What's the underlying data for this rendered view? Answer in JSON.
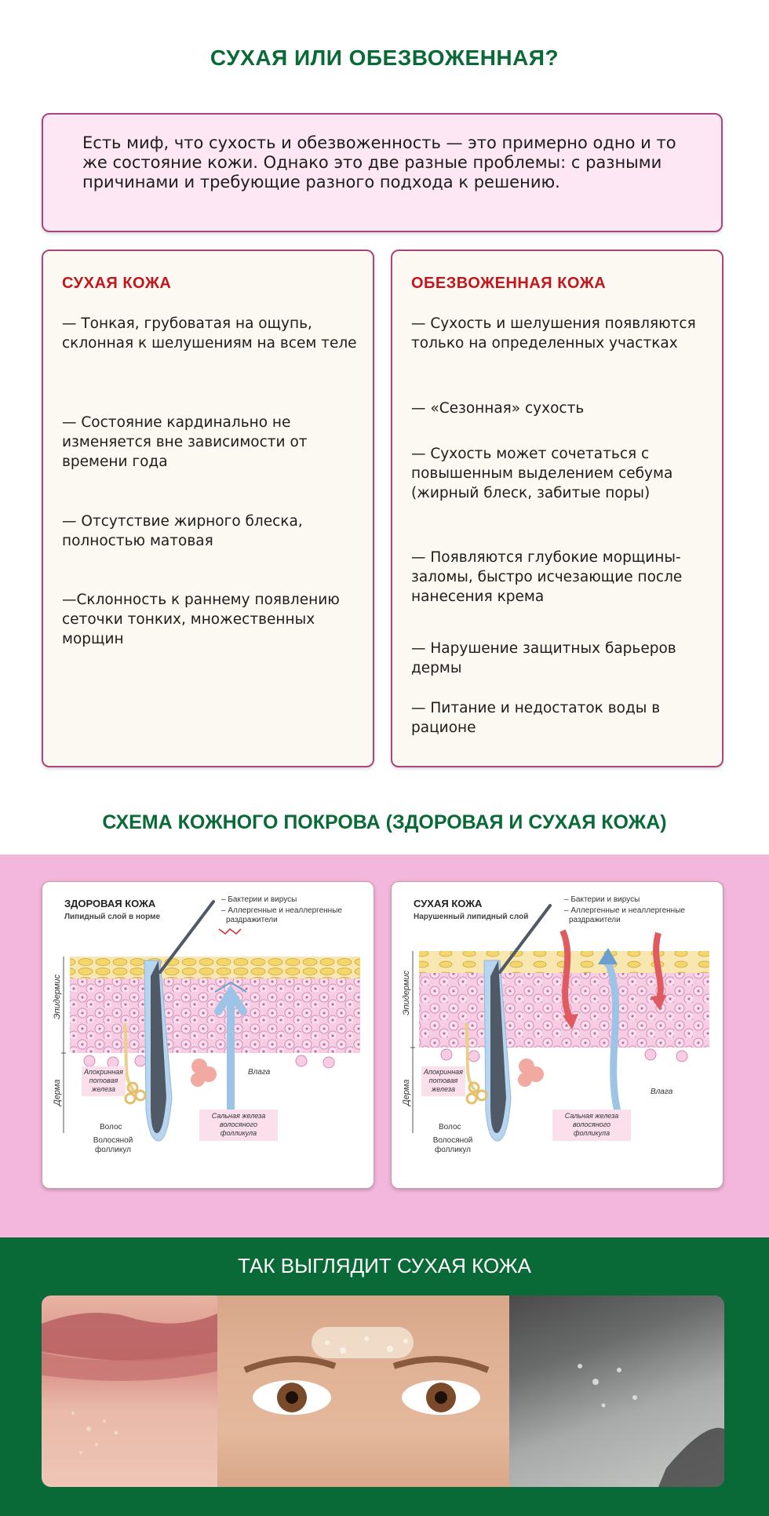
{
  "title": "СУХАЯ ИЛИ ОБЕЗВОЖЕННАЯ?",
  "intro": "Есть миф, что сухость и обезвоженность — это примерно одно и то же состояние кожи. Однако это две разные проблемы: с разными причинами и требующие разного подхода к решению.",
  "dry": {
    "heading": "СУХАЯ КОЖА",
    "items": [
      "— Тонкая, грубоватая на ощупь, склонная к шелушениям на всем теле",
      "— Состояние кардинально не изменяется вне зависимости от времени года",
      "— Отсутствие жирного блеска, полностью матовая",
      "—Склонность к раннему появлению сеточки тонких, множественных морщин"
    ]
  },
  "dehydrated": {
    "heading": "ОБЕЗВОЖЕННАЯ КОЖА",
    "items": [
      "— Сухость и шелушения появляются только на определенных участках",
      "— «Сезонная» сухость",
      "— Сухость может сочетаться с повышенным выделением себума (жирный блеск, забитые поры)",
      "— Появляются глубокие морщины-заломы, быстро исчезающие после нанесения крема",
      "— Нарушение защитных барьеров дермы",
      "— Питание и недостаток воды в рационе"
    ]
  },
  "scheme_title": "СХЕМА КОЖНОГО ПОКРОВА (ЗДОРОВАЯ И СУХАЯ КОЖА)",
  "diagram_healthy": {
    "title": "ЗДОРОВАЯ КОЖА",
    "subtitle": "Липидный слой в норме",
    "note1": "– Бактерии и вирусы",
    "note2": "– Аллергенные и неаллергенные",
    "note3": "раздражители",
    "epidermis": "Эпидермис",
    "dermis": "Дерма",
    "gland": [
      "Апокринная",
      "потовая",
      "железа"
    ],
    "moisture": "Влага",
    "hair": "Волос",
    "follicle": [
      "Волосяной",
      "фолликул"
    ],
    "sebaceous": [
      "Сальная железа",
      "волосяного",
      "фолликула"
    ]
  },
  "diagram_dry": {
    "title": "СУХАЯ КОЖА",
    "subtitle": "Нарушенный липидный слой",
    "note1": "– Бактерии и вирусы",
    "note2": "– Аллергенные и неаллергенные",
    "note3": "раздражители",
    "epidermis": "Эпидермис",
    "dermis": "Дерма",
    "gland": [
      "Апокринная",
      "потовая",
      "железа"
    ],
    "moisture": "Влага",
    "hair": "Волос",
    "follicle": [
      "Волосяной",
      "фолликул"
    ],
    "sebaceous": [
      "Сальная железа",
      "волосяного",
      "фолликула"
    ]
  },
  "photos_title": "ТАК ВЫГЛЯДИТ СУХАЯ КОЖА"
}
